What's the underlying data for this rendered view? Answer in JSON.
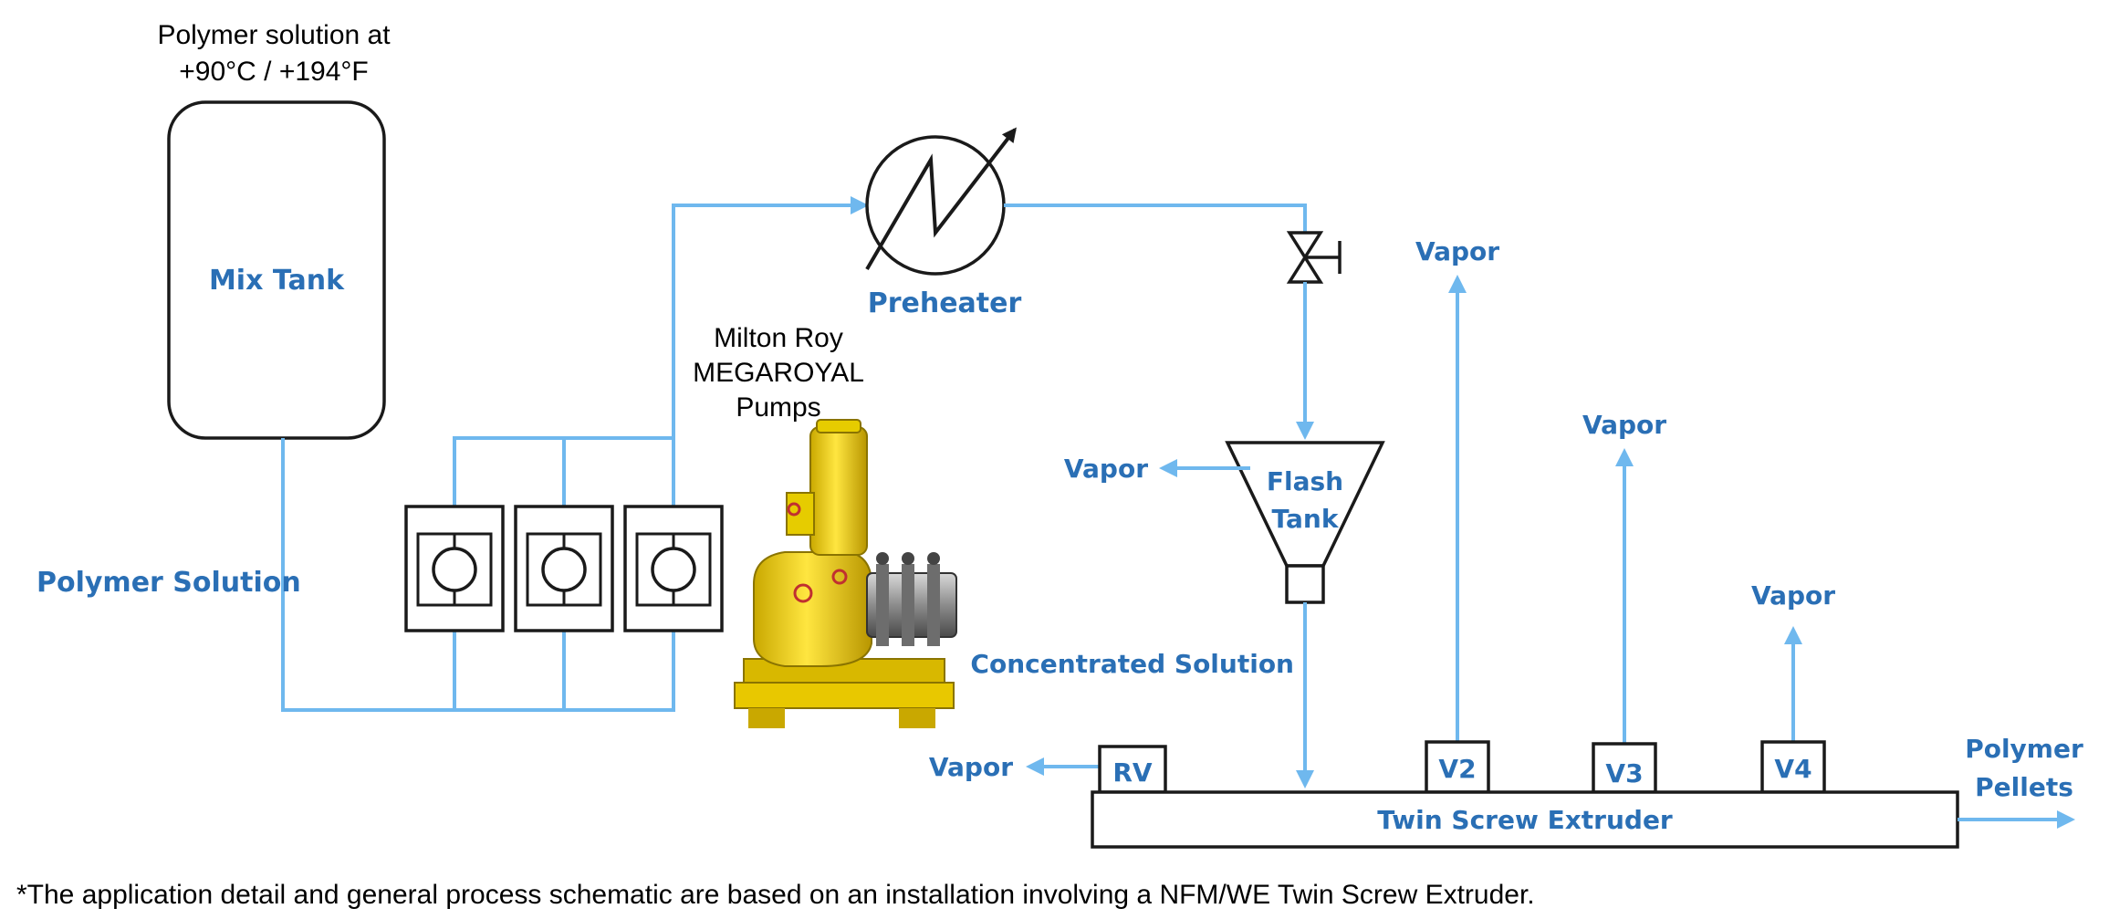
{
  "mix_tank": {
    "title_line1": "Polymer solution at",
    "title_line2": "+90°C / +194°F",
    "label": "Mix Tank"
  },
  "polymer_solution_label": "Polymer Solution",
  "preheater_label": "Preheater",
  "pumps": {
    "line1": "Milton Roy",
    "line2": "MEGAROYAL",
    "line3": "Pumps"
  },
  "flash_tank": {
    "line1": "Flash",
    "line2": "Tank"
  },
  "concentrated_solution_label": "Concentrated Solution",
  "vapor_label": "Vapor",
  "extruder": {
    "label": "Twin Screw Extruder",
    "vents": [
      "RV",
      "V2",
      "V3",
      "V4"
    ]
  },
  "output": {
    "line1": "Polymer",
    "line2": "Pellets"
  },
  "footnote": "*The application detail and general process schematic are based on an installation involving a NFM/WE Twin Screw Extruder.",
  "colors": {
    "pipe": "#6fb8ee",
    "label_blue": "#2a6fb5",
    "pump_yellow": "#f2d200"
  },
  "icons": [
    "heat-exchanger-icon",
    "valve-icon",
    "pump-icon",
    "arrow-icon"
  ]
}
